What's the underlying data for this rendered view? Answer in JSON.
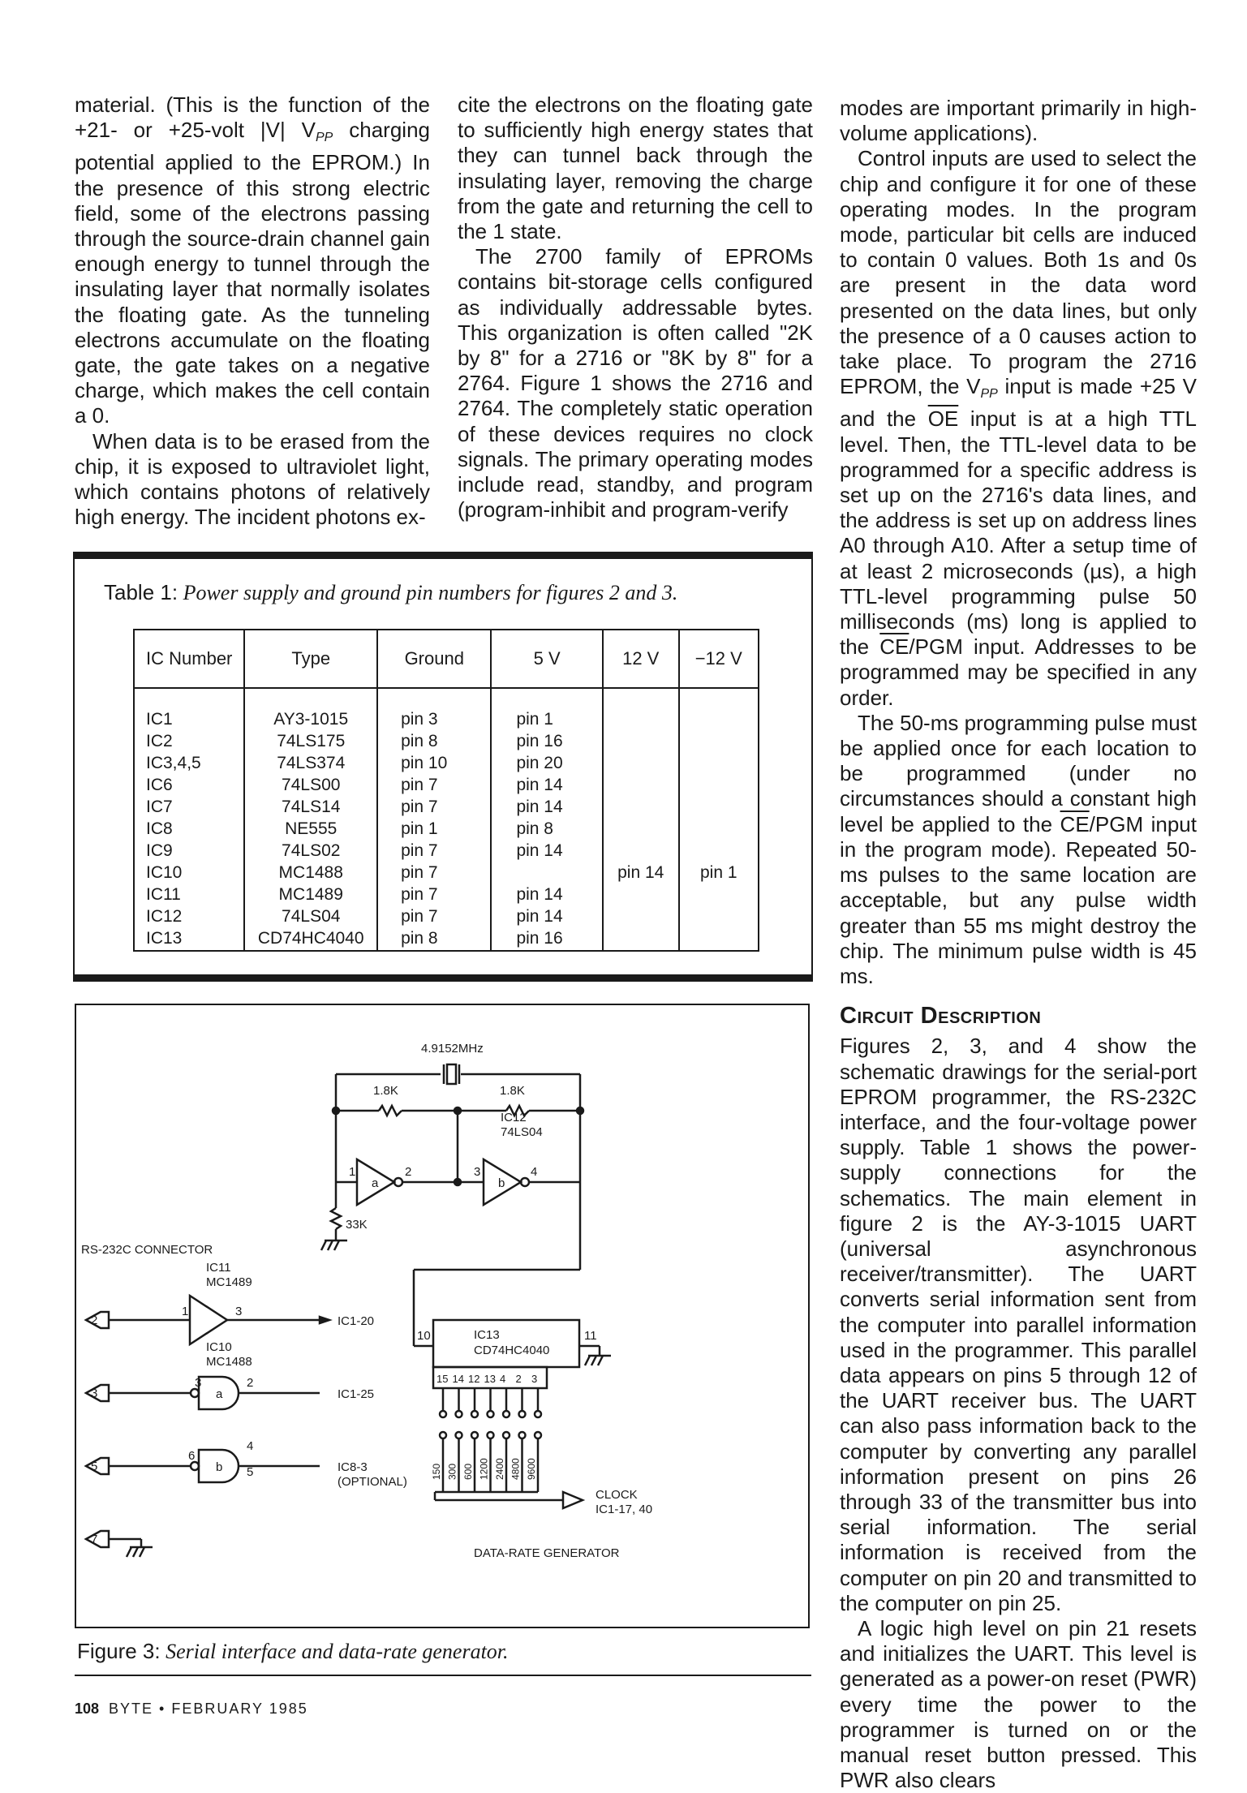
{
  "col1": [
    "material. (This is the function of the +21- or +25-volt |V| V",
    "When data is to be erased from the chip, it is exposed to ultraviolet light, which contains photons of relatively high energy. The incident photons ex-"
  ],
  "col1_p1": {
    "pre": "material. (This is the function of the +21- or +25-volt |V| V",
    "sub": "PP",
    "post": " charging potential applied to the EPROM.) In the presence of this strong electric field, some of the electrons passing through the source-drain channel gain enough energy to tunnel through the insulating layer that normally isolates the floating gate. As the tunneling electrons accumulate on the floating gate, the gate takes on a negative charge, which makes the cell contain a 0."
  },
  "col1_p2": "When data is to be erased from the chip, it is exposed to ultraviolet light, which contains photons of relatively high energy. The incident photons ex-",
  "col2_p1": "cite the electrons on the floating gate to sufficiently high energy states that they can tunnel back through the insulating layer, removing the charge from the gate and returning the cell to the 1 state.",
  "col2_p2": "The 2700 family of EPROMs contains bit-storage cells configured as individually addressable bytes. This organization is often called \"2K by 8\" for a 2716 or \"8K by 8\" for a 2764. Figure 1 shows the 2716 and 2764. The completely static operation of these devices requires no clock signals. The primary operating modes include read, standby, and program (program-inhibit and program-verify",
  "col3_p1": "modes are important primarily in high-volume applications).",
  "col3_p2": {
    "a": "Control inputs are used to select the chip and configure it for one of these operating modes. In the program mode, particular bit cells are induced to contain 0 values. Both 1s and 0s are present in the data word presented on the data lines, but only the presence of a 0 causes action to take place. To program the 2716 EPROM, the V",
    "sub": "PP",
    "b": " input is made +25 V and the ",
    "oe": "OE",
    "c": " input is at a high TTL level. Then, the TTL-level data to be programmed for a specific address is set up on the 2716's data lines, and the address is set up on address lines A0 through A10. After a setup time of at least 2 microseconds (µs), a high TTL-level programming pulse 50 milliseconds (ms) long is applied to the ",
    "ce": "CE",
    "d": "/PGM input. Addresses to be programmed may be specified in any order."
  },
  "col3_p3": {
    "a": "The 50-ms programming pulse must be applied once for each location to be programmed (under no circumstances should a constant high level be applied to the ",
    "ce": "CE",
    "b": "/PGM input in the program mode). Repeated 50-ms pulses to the same location are acceptable, but any pulse width greater than 55 ms might destroy the chip. The minimum pulse width is 45 ms."
  },
  "col3_heading": "Circuit Description",
  "col3_p4": "Figures 2, 3, and 4 show the schematic drawings for the serial-port EPROM programmer, the RS-232C interface, and the four-voltage power supply. Table 1 shows the power-supply connections for the schematics. The main element in figure 2 is the AY-3-1015 UART (universal asynchronous receiver/transmitter). The UART converts serial information sent from the computer into parallel information used in the programmer. This parallel data appears on pins 5 through 12 of the UART receiver bus. The UART can also pass information back to the computer by converting any parallel information present on pins 26 through 33 of the transmitter bus into serial information. The serial information is received from the computer on pin 20 and transmitted to the computer on pin 25.",
  "col3_p5": "A logic high level on pin 21 resets and initializes the UART. This level is generated as a power-on reset (PWR) every time the power to the programmer is turned on or the manual reset button pressed. This PWR also clears",
  "table": {
    "label": "Table 1:",
    "caption": "Power supply and ground pin numbers for figures 2 and 3.",
    "headers": [
      "IC Number",
      "Type",
      "Ground",
      "5 V",
      "12 V",
      "−12 V"
    ],
    "ic": [
      "IC1",
      "IC2",
      "IC3,4,5",
      "IC6",
      "IC7",
      "IC8",
      "IC9",
      "IC10",
      "IC11",
      "IC12",
      "IC13"
    ],
    "type": [
      "AY3-1015",
      "74LS175",
      "74LS374",
      "74LS00",
      "74LS14",
      "NE555",
      "74LS02",
      "MC1488",
      "MC1489",
      "74LS04",
      "CD74HC4040"
    ],
    "ground": [
      "pin 3",
      "pin 8",
      "pin 10",
      "pin 7",
      "pin 7",
      "pin 1",
      "pin 7",
      "pin 7",
      "pin 7",
      "pin 7",
      "pin 8"
    ],
    "v5": [
      "pin 1",
      "pin 16",
      "pin 20",
      "pin 14",
      "pin 14",
      "pin 8",
      "pin 14",
      "",
      "pin 14",
      "pin 14",
      "pin 16"
    ],
    "v12": [
      "",
      "",
      "",
      "",
      "",
      "",
      "",
      "pin 14",
      "",
      "",
      ""
    ],
    "vm12": [
      "",
      "",
      "",
      "",
      "",
      "",
      "",
      "pin 1",
      "",
      "",
      ""
    ]
  },
  "figure": {
    "label": "Figure 3:",
    "caption": "Serial interface and data-rate generator.",
    "crystal": "4.9152MHz",
    "r1": "1.8K",
    "r2": "1.8K",
    "r3": "33K",
    "ic12": "IC12",
    "ic12_type": "74LS04",
    "gate_a": "a",
    "gate_b": "b",
    "rs232": "RS-232C CONNECTOR",
    "ic11": "IC11",
    "ic11_type": "MC1489",
    "ic10": "IC10",
    "ic10_type": "MC1488",
    "ic13": "IC13",
    "ic13_type": "CD74HC4040",
    "to_ic1_20": "IC1-20",
    "to_ic1_25": "IC1-25",
    "to_ic8_3": "IC8-3",
    "optional": "(OPTIONAL)",
    "clock": "CLOCK",
    "clock_to": "IC1-17, 40",
    "dr_gen": "DATA-RATE GENERATOR",
    "conn_pins": [
      "2",
      "3",
      "5",
      "7"
    ],
    "pin_nums": [
      "1",
      "2",
      "3",
      "4",
      "1",
      "3",
      "3",
      "2",
      "6",
      "4",
      "5",
      "10",
      "11"
    ],
    "counter_pins": [
      "15",
      "14",
      "12",
      "13",
      "4",
      "2",
      "3"
    ],
    "rates": [
      "150",
      "300",
      "600",
      "1200",
      "2400",
      "4800",
      "9600"
    ]
  },
  "footer": {
    "page": "108",
    "text": "BYTE • FEBRUARY 1985"
  }
}
